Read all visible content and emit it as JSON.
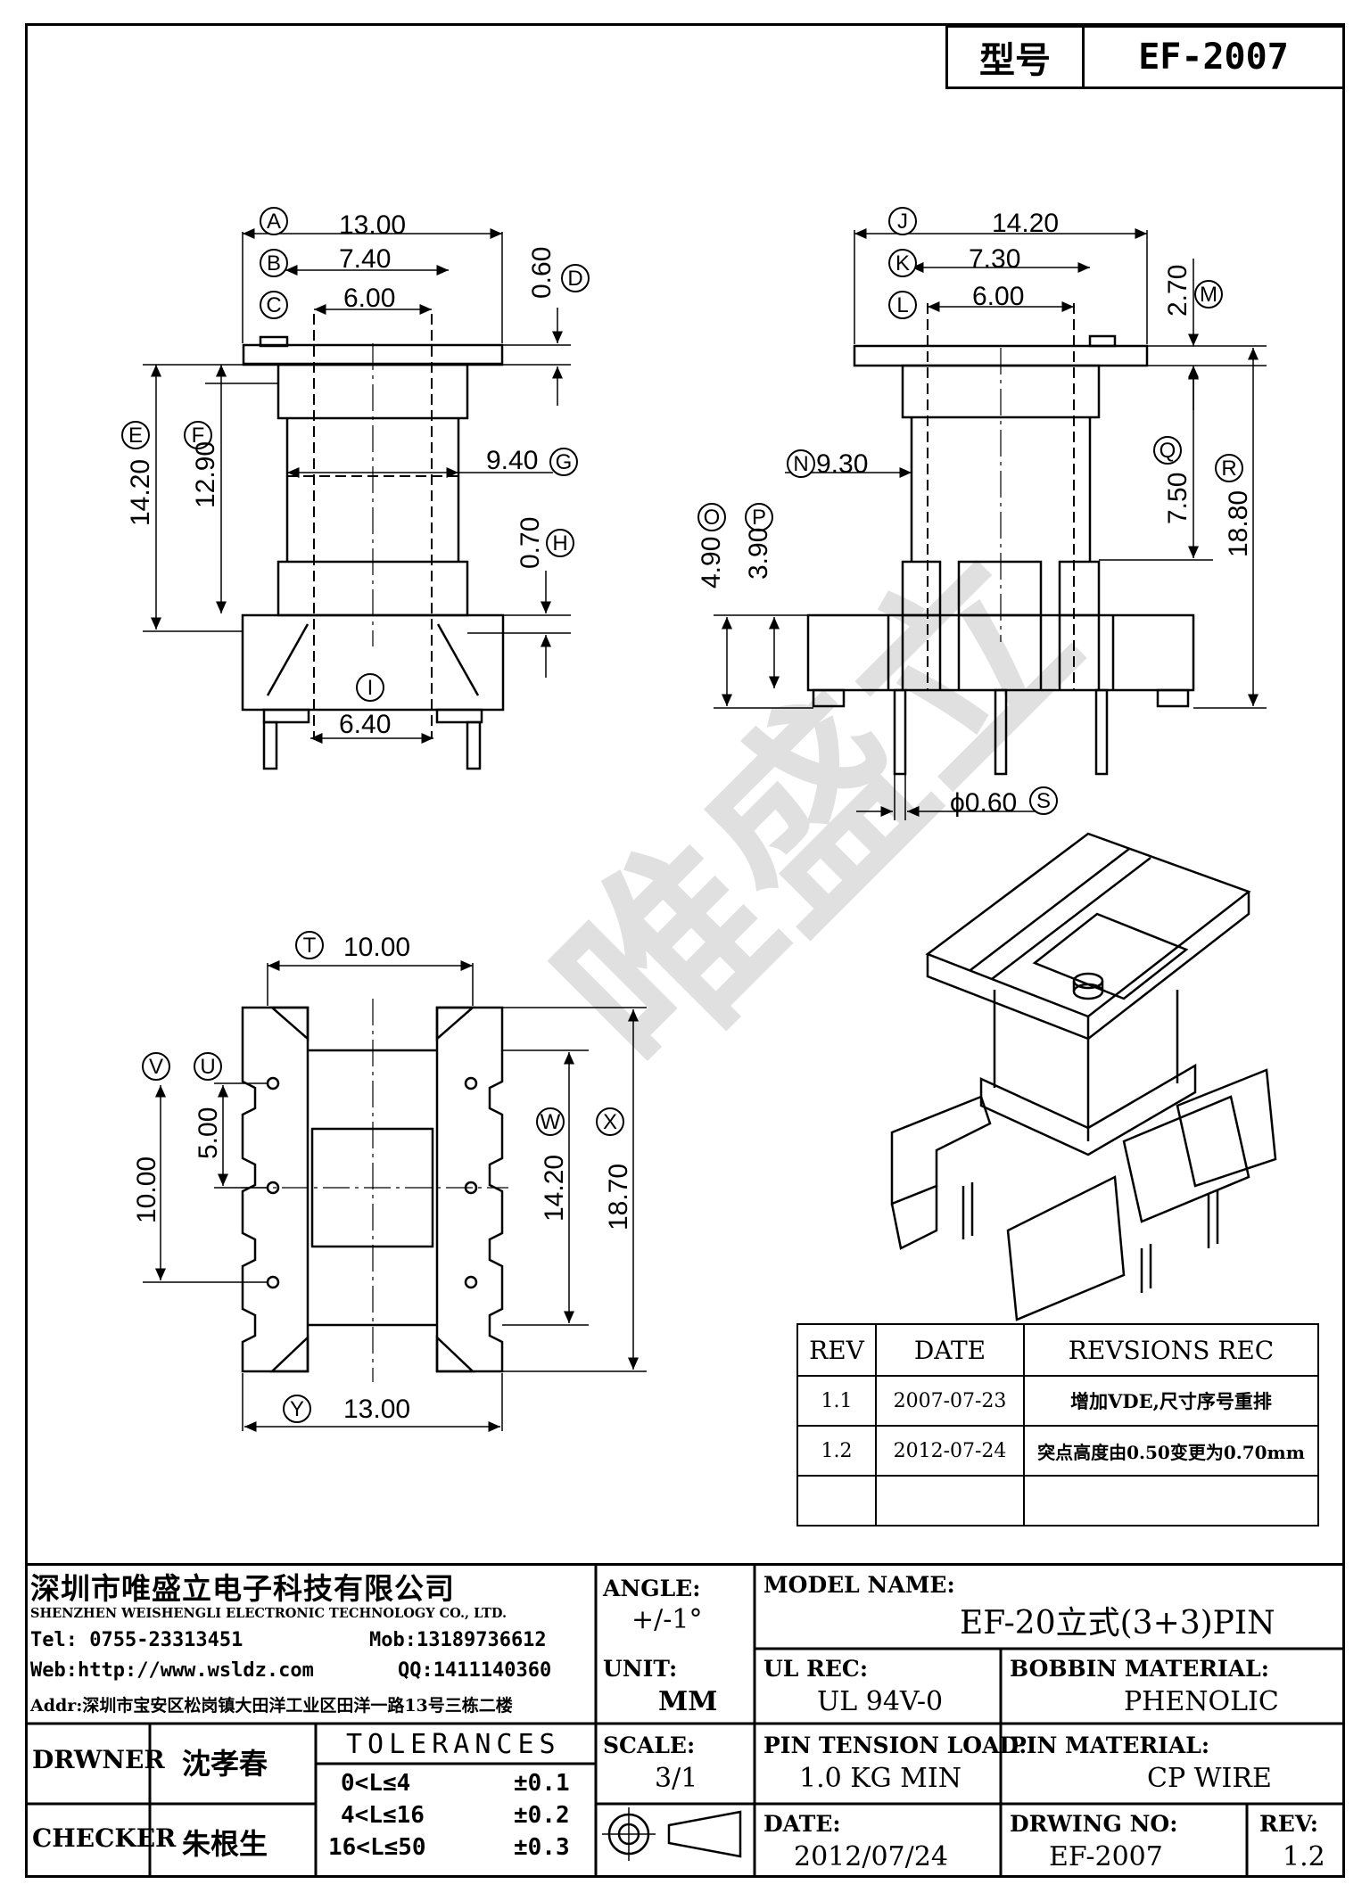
{
  "header": {
    "model_label": "型号",
    "model_value": "EF-2007"
  },
  "front_view": {
    "dims": {
      "A": "13.00",
      "B": "7.40",
      "C": "6.00",
      "D": "0.60",
      "E": "14.20",
      "F": "12.90",
      "G": "9.40",
      "H": "0.70",
      "I": "6.40"
    }
  },
  "side_view": {
    "dims": {
      "J": "14.20",
      "K": "7.30",
      "L": "6.00",
      "M": "2.70",
      "N": "9.30",
      "O": "4.90",
      "P": "3.90",
      "Q": "7.50",
      "R": "18.80",
      "S": "ϕ0.60"
    }
  },
  "bottom_view": {
    "dims": {
      "T": "10.00",
      "U": "5.00",
      "V": "10.00",
      "W": "14.20",
      "X": "18.70",
      "Y": "13.00"
    }
  },
  "watermark": "唯盛立",
  "revisions": {
    "headers": [
      "REV",
      "DATE",
      "REVSIONS REC"
    ],
    "rows": [
      {
        "rev": "1.1",
        "date": "2007-07-23",
        "rec": "增加VDE,尺寸序号重排"
      },
      {
        "rev": "1.2",
        "date": "2012-07-24",
        "rec": "突点高度由0.50变更为0.70mm"
      },
      {
        "rev": "",
        "date": "",
        "rec": ""
      }
    ]
  },
  "company": {
    "name_cn": "深圳市唯盛立电子科技有限公司",
    "name_en": "SHENZHEN WEISHENGLI ELECTRONIC TECHNOLOGY CO., LTD.",
    "tel": "Tel: 0755-23313451",
    "mob": "Mob:13189736612",
    "web": "Web:http://www.wsldz.com",
    "qq": "QQ:1411140360",
    "addr": "Addr:深圳市宝安区松岗镇大田洋工业区田洋一路13号三栋二楼"
  },
  "title_block": {
    "angle_label": "ANGLE:",
    "angle_value": "+/-1°",
    "unit_label": "UNIT:",
    "unit_value": "MM",
    "scale_label": "SCALE:",
    "scale_value": "3/1",
    "model_name_label": "MODEL NAME:",
    "model_name_value": "EF-20立式(3+3)PIN",
    "ul_label": "UL REC:",
    "ul_value": "UL 94V-0",
    "bobbin_label": "BOBBIN MATERIAL:",
    "bobbin_value": "PHENOLIC",
    "pin_tension_label": "PIN TENSION LOAD:",
    "pin_tension_value": "1.0 KG MIN",
    "pin_material_label": "PIN MATERIAL:",
    "pin_material_value": "CP WIRE",
    "date_label": "DATE:",
    "date_value": "2012/07/24",
    "drwing_no_label": "DRWING NO:",
    "drwing_no_value": "EF-2007",
    "rev_label": "REV:",
    "rev_value": "1.2",
    "drawer_label": "DRWNER",
    "drawer_value": "沈孝春",
    "checker_label": "CHECKER",
    "checker_value": "朱根生",
    "tolerances_label": "TOLERANCES",
    "tolerances": [
      {
        "range": "0<L≤4",
        "tol": "±0.1"
      },
      {
        "range": "4<L≤16",
        "tol": "±0.2"
      },
      {
        "range": "16<L≤50",
        "tol": "±0.3"
      }
    ]
  }
}
